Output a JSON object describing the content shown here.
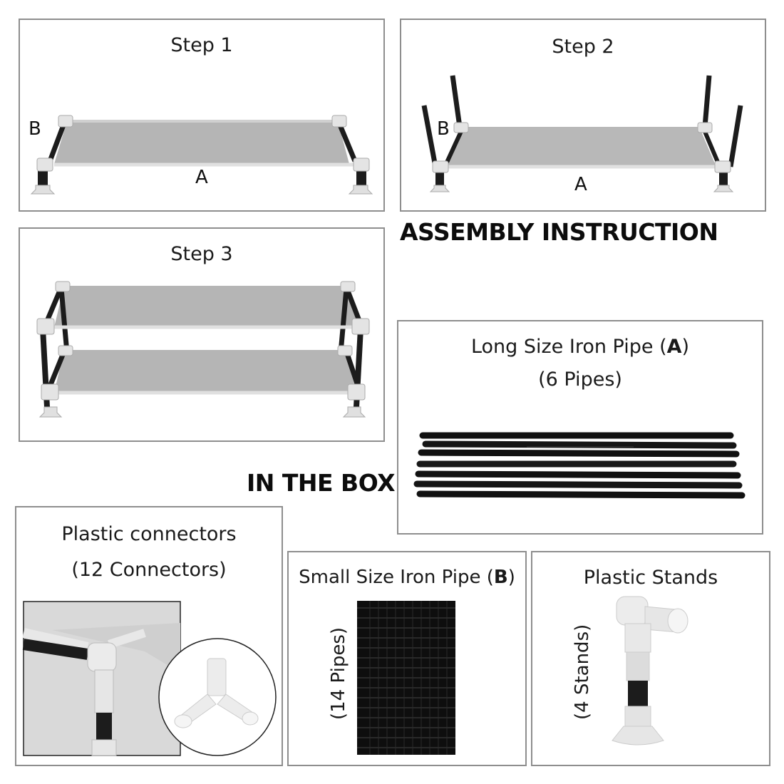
{
  "step1": {
    "title": "Step 1",
    "label_b": "B",
    "label_a": "A"
  },
  "step2": {
    "title": "Step 2",
    "label_b": "B",
    "label_a": "A"
  },
  "step3": {
    "title": "Step 3"
  },
  "headings": {
    "assembly": "ASSEMBLY INSTRUCTION",
    "in_box": "IN THE BOX"
  },
  "long_pipe": {
    "title_text": "Long Size Iron Pipe (",
    "title_letter": "A",
    "title_close": ")",
    "count": "(6 Pipes)"
  },
  "connectors": {
    "title": "Plastic connectors",
    "count": "(12 Connectors)"
  },
  "small_pipe": {
    "title_text": "Small Size Iron Pipe (",
    "title_letter": "B",
    "title_close": ")",
    "count": "(14 Pipes)"
  },
  "stands": {
    "title": "Plastic Stands",
    "count": "(4 Stands)"
  },
  "colors": {
    "border": "#8e8e8e",
    "fabric": "#b3b3b3",
    "pipe": "#1c1c1c",
    "plastic": "#e4e4e4"
  }
}
